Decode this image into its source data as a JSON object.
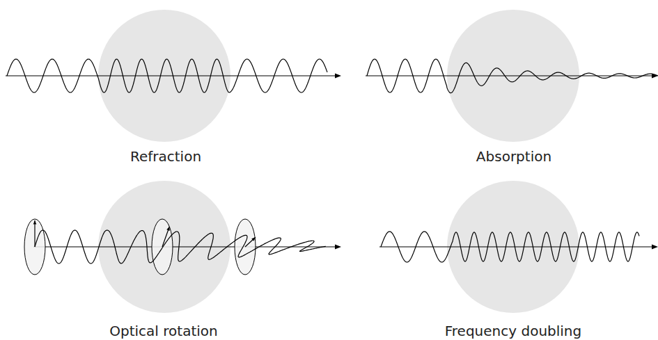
{
  "diagram": {
    "labels": [
      "Refraction",
      "Absorption",
      "Optical rotation",
      "Frequency doubling"
    ]
  }
}
